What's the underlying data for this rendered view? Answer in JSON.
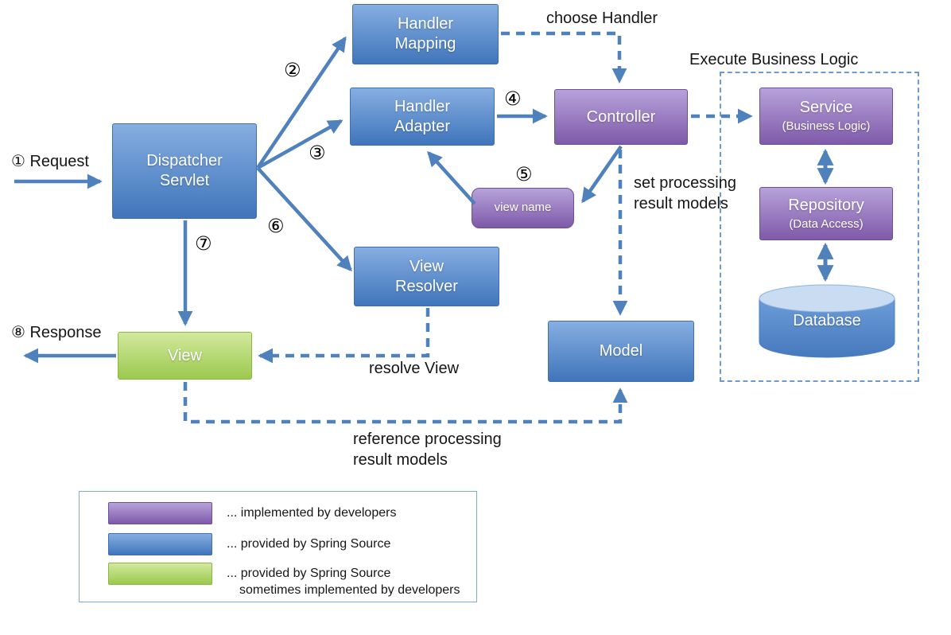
{
  "colors": {
    "accent": "#4f81bd",
    "blue_box_top": "#86aee1",
    "blue_box_bottom": "#4075bb",
    "blue_box_border": "#3f6fb2",
    "purple_box_top": "#b7a2da",
    "purple_box_bottom": "#7e5aa9",
    "purple_box_border": "#6d4f97",
    "green_box_top": "#d2e99e",
    "green_box_bottom": "#9cc94e",
    "green_box_border": "#8ab93f",
    "dashed_container_border": "#6f9ad0",
    "legend_border": "#7fa8d9",
    "text_black": "#161616"
  },
  "nodes": {
    "dispatcher_servlet": {
      "line1": "Dispatcher",
      "line2": "Servlet"
    },
    "handler_mapping": {
      "line1": "Handler",
      "line2": "Mapping"
    },
    "handler_adapter": {
      "line1": "Handler",
      "line2": "Adapter"
    },
    "controller": {
      "label": "Controller"
    },
    "view_name": {
      "label": "view name"
    },
    "view_resolver": {
      "line1": "View",
      "line2": "Resolver"
    },
    "view": {
      "label": "View"
    },
    "model": {
      "label": "Model"
    },
    "service": {
      "label": "Service",
      "sub": "(Business Logic)"
    },
    "repository": {
      "label": "Repository",
      "sub": "(Data Access)"
    },
    "database": {
      "label": "Database"
    }
  },
  "annotations": {
    "request": "① Request",
    "response": "⑧ Response",
    "choose_handler": "choose Handler",
    "execute_business_logic": "Execute Business Logic",
    "set_processing_line1": "set processing",
    "set_processing_line2": "result models",
    "resolve_view": "resolve View",
    "reference_processing_line1": "reference processing",
    "reference_processing_line2": "result models"
  },
  "step_markers": {
    "m2": "②",
    "m3": "③",
    "m4": "④",
    "m5": "⑤",
    "m6": "⑥",
    "m7": "⑦"
  },
  "legend": {
    "items": [
      {
        "swatch": "purple",
        "label": "... implemented by developers"
      },
      {
        "swatch": "blue",
        "label": "... provided by Spring Source"
      },
      {
        "swatch": "green",
        "label": "... provided by Spring Source",
        "label2": "sometimes implemented by developers"
      }
    ]
  }
}
